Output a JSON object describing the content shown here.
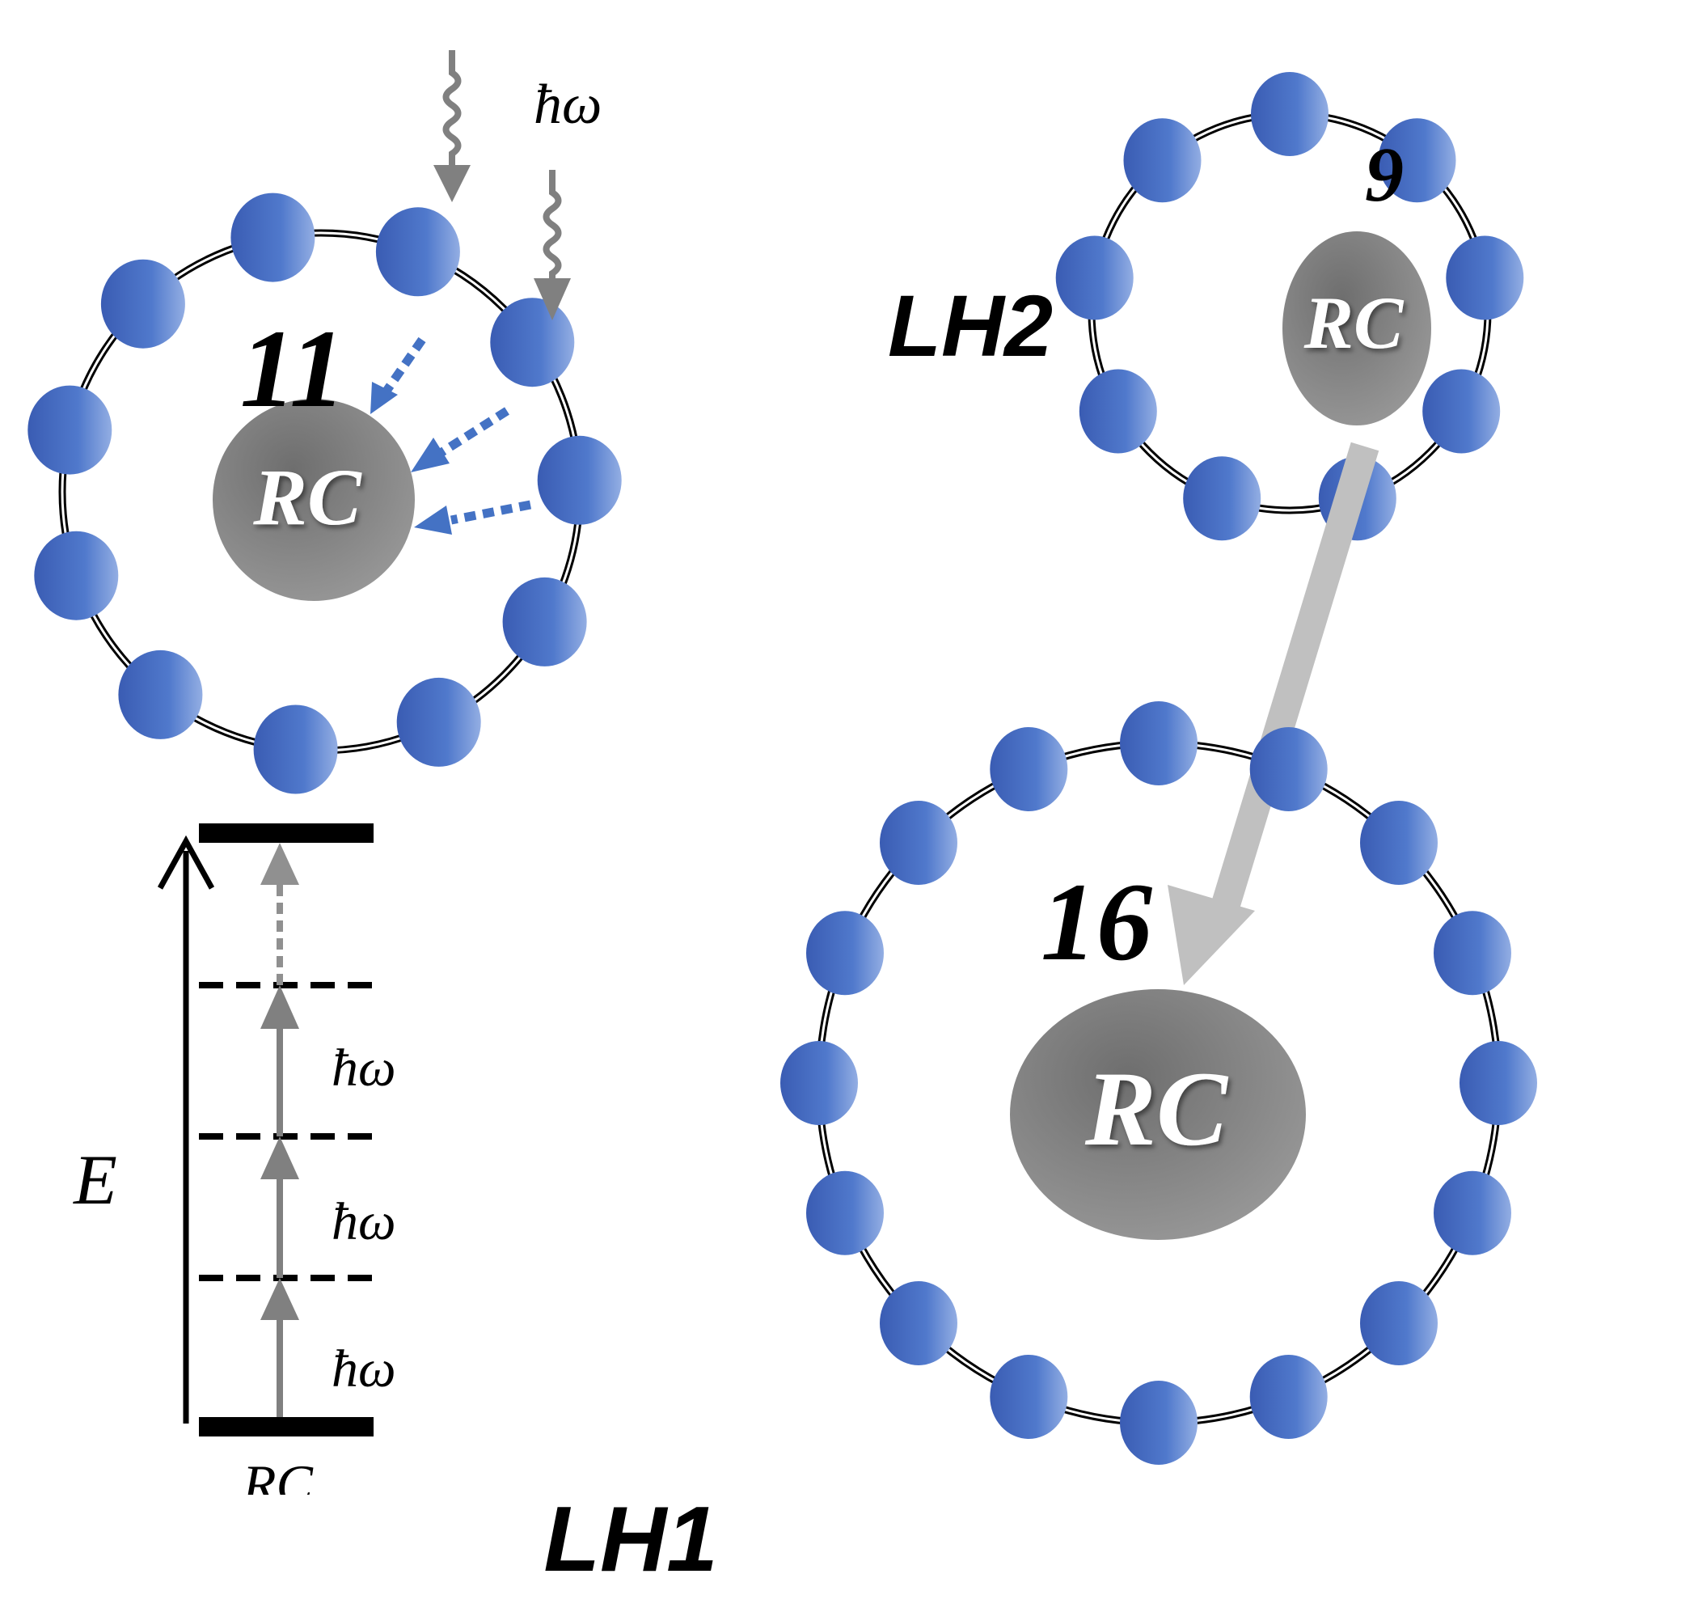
{
  "rings": [
    {
      "id": "left",
      "count_label": "11",
      "count": 11,
      "rc_label": "RC"
    },
    {
      "id": "top-right",
      "count_label": "9",
      "count": 9,
      "rc_label": "RC"
    },
    {
      "id": "bottom-right",
      "count_label": "16",
      "count": 16,
      "rc_label": "RC"
    }
  ],
  "labels": {
    "lh2": "LH2",
    "lh1": "LH1",
    "photon_top": "ħω"
  },
  "energy_diagram": {
    "axis_label": "E",
    "steps": [
      "ħω",
      "ħω",
      "ħω"
    ],
    "bottom_label": "RC"
  },
  "colors": {
    "pigment": "#4a6fc4",
    "rc": "#808080",
    "photon_arrow": "#808080",
    "transfer_arrow": "#4472c4",
    "big_arrow": "#c0c0c0"
  }
}
